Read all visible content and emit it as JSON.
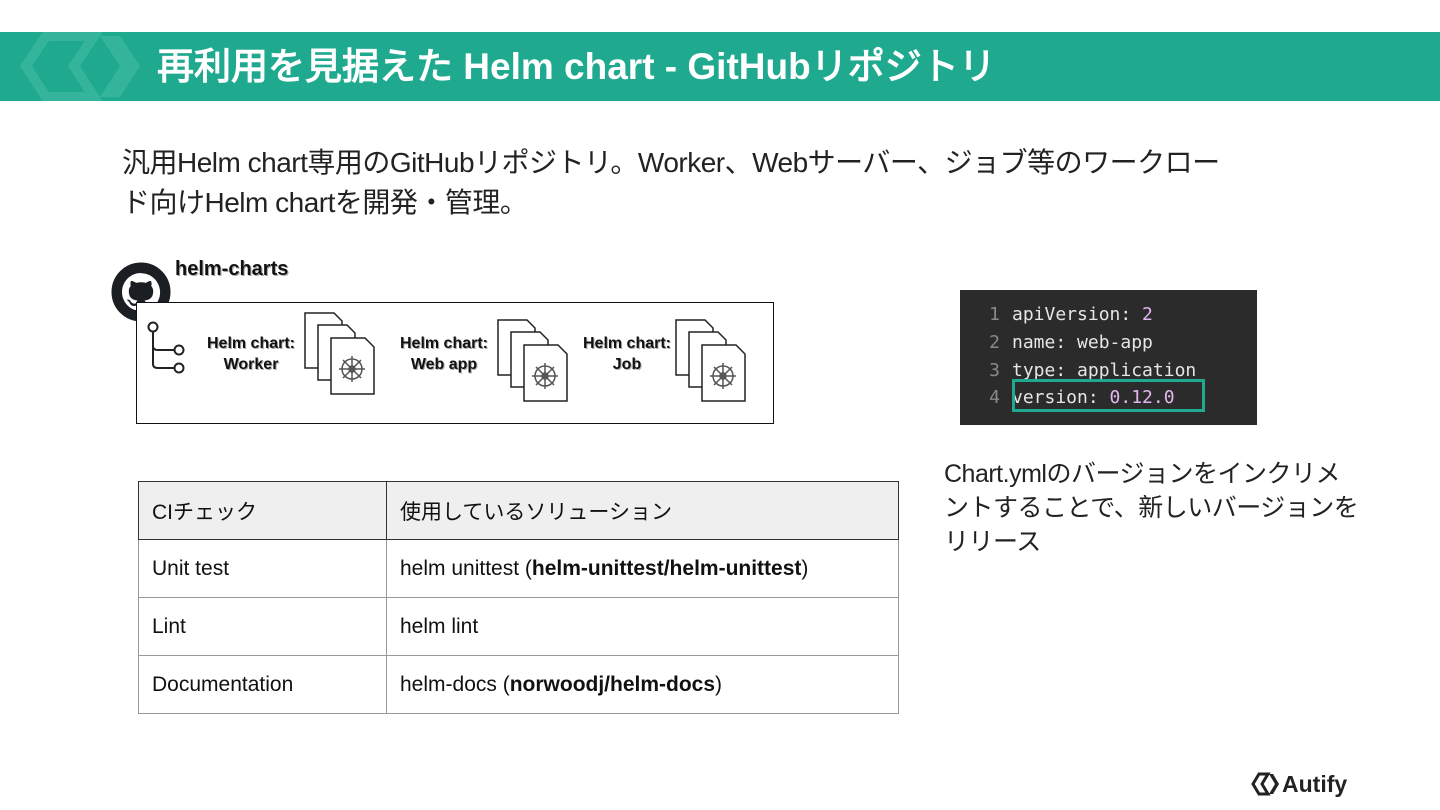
{
  "slide": {
    "title": "再利用を見据えた Helm chart - GitHubリポジトリ",
    "intro_line1": "汎用Helm chart専用のGitHubリポジトリ。Worker、Webサーバー、ジョブ等のワークロー",
    "intro_line2": "ド向けHelm chartを開発・管理。"
  },
  "repo": {
    "name": "helm-charts",
    "charts": [
      {
        "line1": "Helm chart:",
        "line2": "Worker"
      },
      {
        "line1": "Helm chart:",
        "line2": "Web app"
      },
      {
        "line1": "Helm chart:",
        "line2": "Job"
      }
    ]
  },
  "code": {
    "lines": [
      {
        "num": "1",
        "key": "apiVersion: ",
        "value": "2"
      },
      {
        "num": "2",
        "key": "name: ",
        "value": "web-app"
      },
      {
        "num": "3",
        "key": "type: ",
        "value": "application"
      },
      {
        "num": "4",
        "key": "version: ",
        "value": "0.12.0"
      }
    ]
  },
  "release_note": "Chart.ymlのバージョンをインクリメントすることで、新しいバージョンをリリース",
  "ci_table": {
    "headers": [
      "CIチェック",
      "使用しているソリューション"
    ],
    "rows": [
      {
        "check": "Unit test",
        "tool": "helm unittest (",
        "repo": "helm-unittest/helm-unittest",
        "close": ")"
      },
      {
        "check": "Lint",
        "tool": "helm lint",
        "repo": "",
        "close": ""
      },
      {
        "check": "Documentation",
        "tool": "helm-docs (",
        "repo": "norwoodj/helm-docs",
        "close": ")"
      }
    ]
  },
  "footer": {
    "brand": "Autify"
  },
  "colors": {
    "accent": "#1fa98f",
    "code_bg": "#2b2b2b",
    "number": "#e3b6f0"
  }
}
